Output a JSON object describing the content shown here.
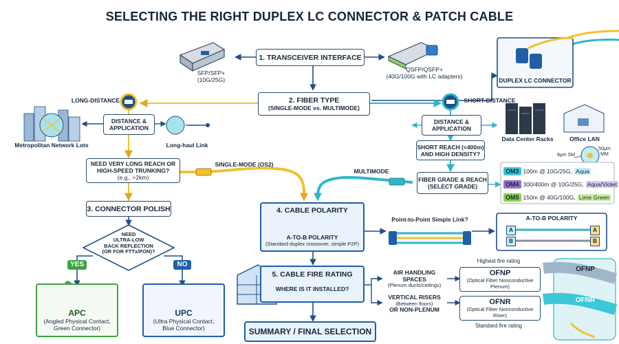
{
  "title": "SELECTING THE RIGHT DUPLEX LC CONNECTOR & PATCH CABLE",
  "step1": {
    "label": "1. TRANSCEIVER INTERFACE"
  },
  "sfp": {
    "line1": "SFP/SFP+",
    "line2": "(10G/25G)"
  },
  "qsfp": {
    "line1": "QSFP/QSFP+",
    "line2": "(40G/100G with LC adapters)"
  },
  "duplex_lc": {
    "label": "DUPLEX LC CONNECTOR"
  },
  "step2": {
    "label": "2. FIBER TYPE",
    "sub": "(SINGLE-MODE vs. MULTIMODE)"
  },
  "long_distance": {
    "label": "LONG-DISTANCE"
  },
  "short_distance": {
    "label": "SHORT-DISTANCE"
  },
  "left_distance_app": {
    "line1": "DISTANCE &",
    "line2": "APPLICATION"
  },
  "right_distance_app": {
    "line1": "DISTANCE &",
    "line2": "APPLICATION"
  },
  "metro": {
    "label": "Metropolitan Network Lots"
  },
  "longhaul": {
    "label": "Long-haul Link"
  },
  "datacenter": {
    "label": "Data Center Racks"
  },
  "office": {
    "label": "Office LAN"
  },
  "need_long_reach": {
    "line1": "NEED VERY LONG REACH OR",
    "line2": "HIGH-SPEED TRUNKING?",
    "line3": "(e.g., >2km)"
  },
  "singlemode": {
    "label": "SINGLE-MODE (OS2)"
  },
  "multimode": {
    "label": "MULTIMODE"
  },
  "short_reach": {
    "line1": "SHORT REACH (<400m)",
    "line2": "AND HIGH DENSITY?"
  },
  "core_sizes": {
    "sm": "9μm SM",
    "mm_line1": "50μm",
    "mm_line2": "MM"
  },
  "fiber_grade": {
    "line1": "FIBER GRADE & REACH",
    "line2": "(SELECT GRADE)"
  },
  "om_grades": [
    {
      "tag": "OM3",
      "desc": "100m @ 10G/25G,",
      "color_name": "Aqua",
      "tag_bg": "#3ec7d6",
      "hl_bg": "#bfeef3"
    },
    {
      "tag": "OM4",
      "desc": "300/400m @ 10G/25G,",
      "color_name": "Aqua/Violet",
      "tag_bg": "#9a72c9",
      "hl_bg": "#d9c9f0"
    },
    {
      "tag": "OM5",
      "desc": "150m @ 40G/100G,",
      "color_name": "Lime Green",
      "tag_bg": "#86d24a",
      "hl_bg": "#c9f0a4"
    }
  ],
  "step3": {
    "label": "3. CONNECTOR POLISH"
  },
  "polish_question": {
    "line1": "NEED",
    "line2": "ULTRA-LOW",
    "line3": "BACK REFLECTION",
    "line4": "(OR FOR FTTx/PON)?"
  },
  "yes": {
    "label": "YES"
  },
  "no": {
    "label": "NO"
  },
  "apc": {
    "title": "APC",
    "line1": "(Angled Physical Contact,",
    "line2": "Green Connector)"
  },
  "upc": {
    "title": "UPC",
    "line1": "(Ultra Physical Contact,",
    "line2": "Blue Connector)"
  },
  "step4": {
    "label": "4. CABLE POLARITY"
  },
  "polarity": {
    "title": "A-TO-B POLARITY",
    "sub": "(Standard duplex crossover, simple P2P)"
  },
  "p2p": {
    "label": "Point-to-Point Simple Link?"
  },
  "atob_panel": {
    "title": "A-TO-B POLARITY",
    "a": "A",
    "b": "B"
  },
  "step5": {
    "label": "5. CABLE FIRE RATING",
    "question": "WHERE IS IT INSTALLED?"
  },
  "air_handling": {
    "line1": "AIR HANDLING SPACES",
    "line2": "(Plenum ducts/ceilings)"
  },
  "vertical": {
    "line1": "VERTICAL RISERS",
    "line2": "(Between floors)",
    "line3": "OR NON-PLENUM"
  },
  "highest_fire": {
    "label": "Highest fire rating"
  },
  "standard_fire": {
    "label": "Standard fire rating"
  },
  "ofnp": {
    "title": "OFNP",
    "line1": "(Optical Fiber Nonconductive",
    "line2": "Plenum)",
    "cable_text": "OFNP"
  },
  "ofnr": {
    "title": "OFNR",
    "line1": "(Optical Fiber Nonconductive",
    "line2": "Riser)",
    "cable_text": "OFNR"
  },
  "summary": {
    "label": "SUMMARY / FINAL SELECTION"
  },
  "colors": {
    "navy": "#1f4f86",
    "yellow": "#f2c12e",
    "aqua": "#2fb7c9",
    "green": "#3da244",
    "blue_pill": "#1f5fa8",
    "apc_green": "#4caf50"
  }
}
